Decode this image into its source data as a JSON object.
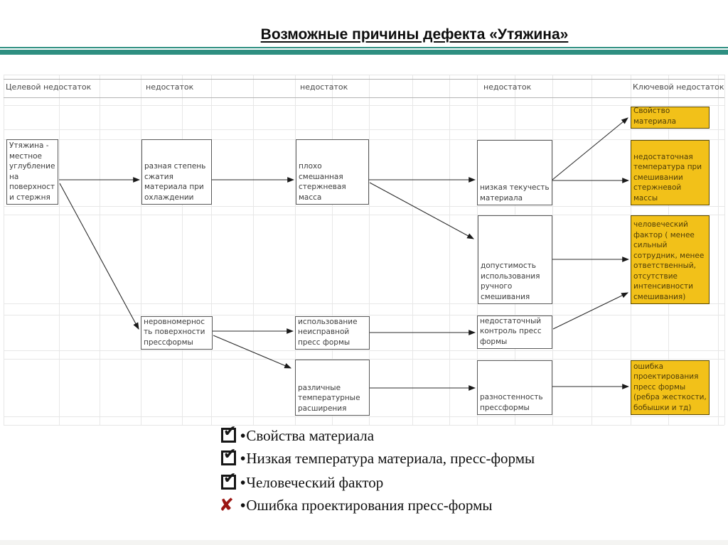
{
  "title": "Возможные причины дефекта «Утяжина»",
  "columns": [
    "Целевой недостаток",
    "недостаток",
    "недостаток",
    "недостаток",
    "Ключевой недостаток"
  ],
  "nodes": [
    {
      "text": "Утяжина - местное углубление на поверхност и стержня",
      "kind": "goal"
    },
    {
      "text": "разная степень сжатия материала при охлаждении",
      "kind": "cause"
    },
    {
      "text": "плохо смешанная стержневая масса",
      "kind": "cause"
    },
    {
      "text": "низкая текучесть материала",
      "kind": "cause"
    },
    {
      "text": "допустимость использования ручного смешивания",
      "kind": "cause"
    },
    {
      "text": "неровномернос ть поверхности прессформы",
      "kind": "cause"
    },
    {
      "text": "использование неисправной пресс формы",
      "kind": "cause"
    },
    {
      "text": "различные температурные расширения",
      "kind": "cause"
    },
    {
      "text": "недостаточный контроль пресс формы",
      "kind": "cause"
    },
    {
      "text": "разностенность прессформы",
      "kind": "cause"
    },
    {
      "text": "Свойство материала",
      "kind": "key"
    },
    {
      "text": "недостаточная температура при смешивании стержневой массы",
      "kind": "key"
    },
    {
      "text": "человеческий фактор ( менее сильный сотрудник, менее ответственный, отсутствие интенсивности смешивания)",
      "kind": "key"
    },
    {
      "text": "ошибка проектирования пресс формы (ребра жесткости, бобышки и тд)",
      "kind": "key"
    }
  ],
  "legend": {
    "bullet": "•",
    "check_glyph": "✔",
    "x_glyph": "✘",
    "items": [
      {
        "label": "Свойства материала",
        "status": "checked",
        "icon": "checked-checkbox-icon"
      },
      {
        "label": "Низкая температура материала, пресс-формы",
        "status": "checked",
        "icon": "checked-checkbox-icon"
      },
      {
        "label": "Человеческий фактор",
        "status": "checked",
        "icon": "checked-checkbox-icon"
      },
      {
        "label": "Ошибка проектирования пресс-формы",
        "status": "rejected",
        "icon": "red-x-icon"
      }
    ]
  },
  "colors": {
    "accent_teal": "#2E8F81",
    "key_box_fill": "#F2C119",
    "key_box_border": "#5A4800",
    "reject_x_red": "#9B1512",
    "checkmark_black": "#161616"
  }
}
